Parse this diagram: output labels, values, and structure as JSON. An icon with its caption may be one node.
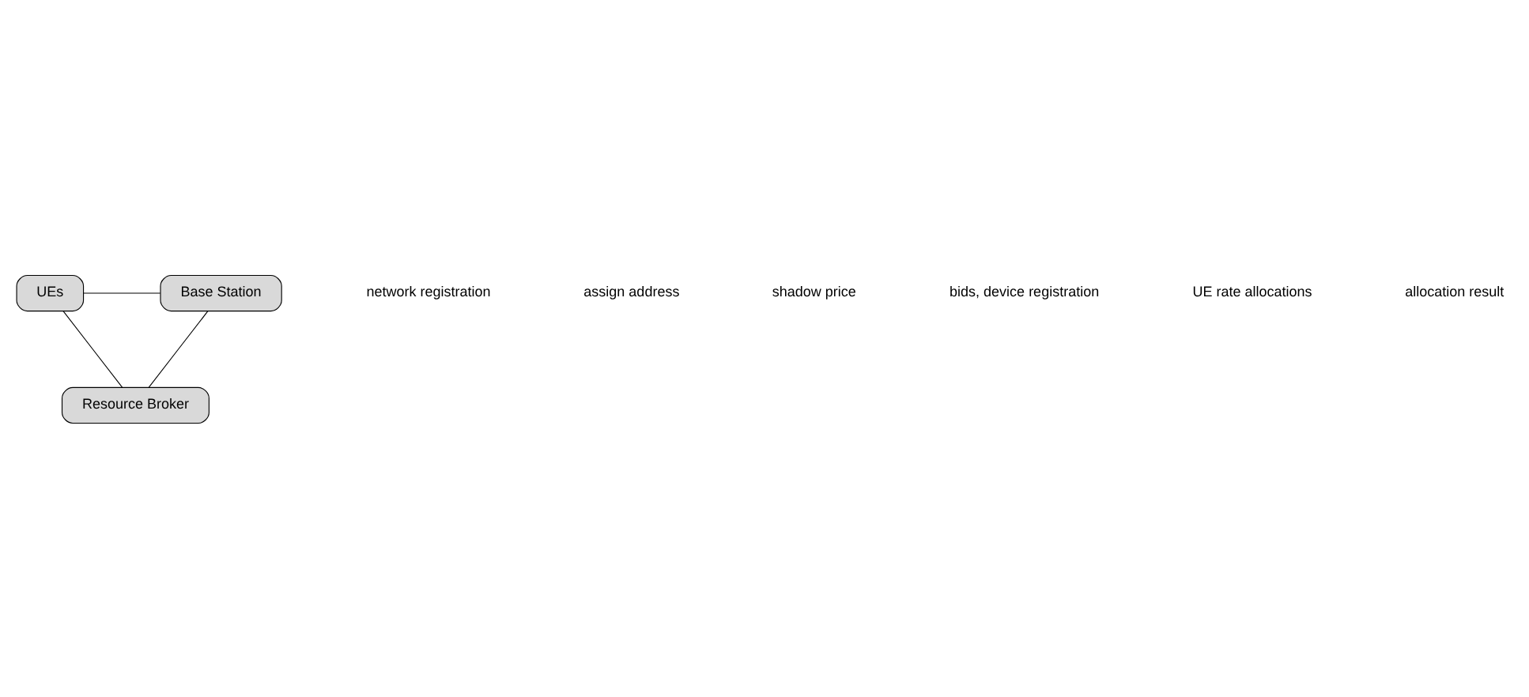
{
  "diagram": {
    "nodes": [
      {
        "text": [
          "UEs"
        ]
      },
      {
        "text": [
          "Base Station"
        ]
      },
      {
        "text": [
          "Resource Broker"
        ]
      }
    ],
    "edges": [
      {
        "from": 0,
        "to": 1,
        "arrow": "none"
      },
      {
        "from": 0,
        "to": 2,
        "arrow": "none"
      },
      {
        "from": 1,
        "to": 2,
        "arrow": "none"
      }
    ],
    "labels": [
      "network registration",
      "assign address",
      "shadow price",
      "bids, device registration",
      "UE rate allocations",
      "allocation result"
    ]
  }
}
